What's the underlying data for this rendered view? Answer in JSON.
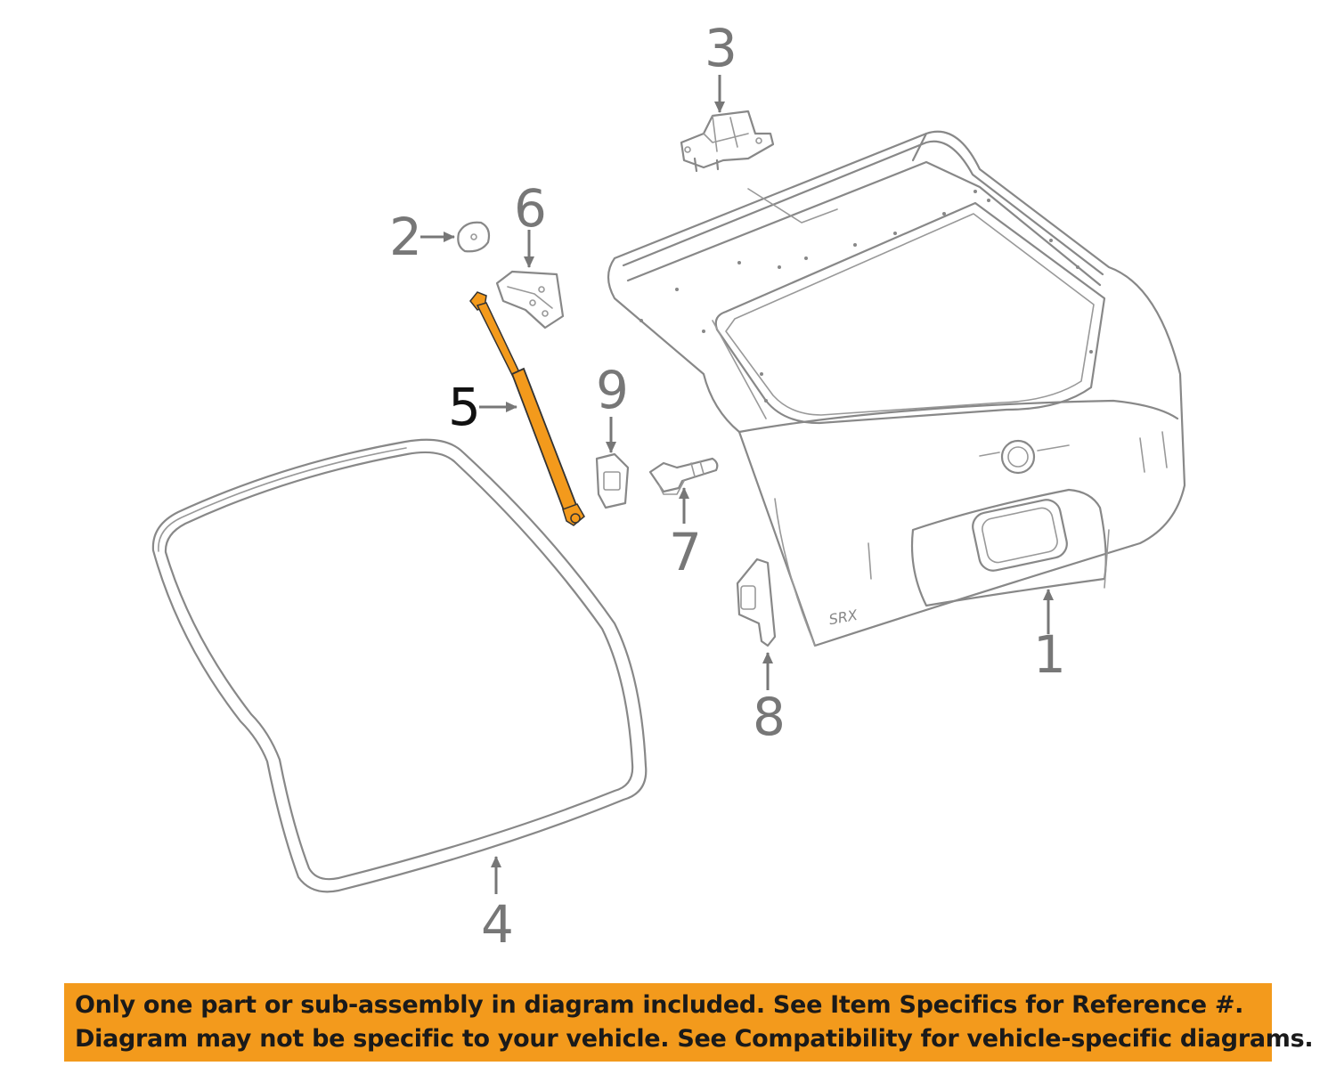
{
  "diagram": {
    "callouts": [
      {
        "id": "1",
        "label": "1"
      },
      {
        "id": "2",
        "label": "2"
      },
      {
        "id": "3",
        "label": "3"
      },
      {
        "id": "4",
        "label": "4"
      },
      {
        "id": "5",
        "label": "5"
      },
      {
        "id": "6",
        "label": "6"
      },
      {
        "id": "7",
        "label": "7"
      },
      {
        "id": "8",
        "label": "8"
      },
      {
        "id": "9",
        "label": "9"
      }
    ],
    "highlighted_part": "5",
    "highlight_color": "#f39a1c",
    "emblem_text": "SRX"
  },
  "banner": {
    "line1": "Only one part or sub-assembly in diagram included. See Item Specifics for Reference #.",
    "line2": "Diagram may not be specific to your vehicle. See Compatibility for vehicle-specific diagrams.",
    "background": "#f39a1c"
  }
}
